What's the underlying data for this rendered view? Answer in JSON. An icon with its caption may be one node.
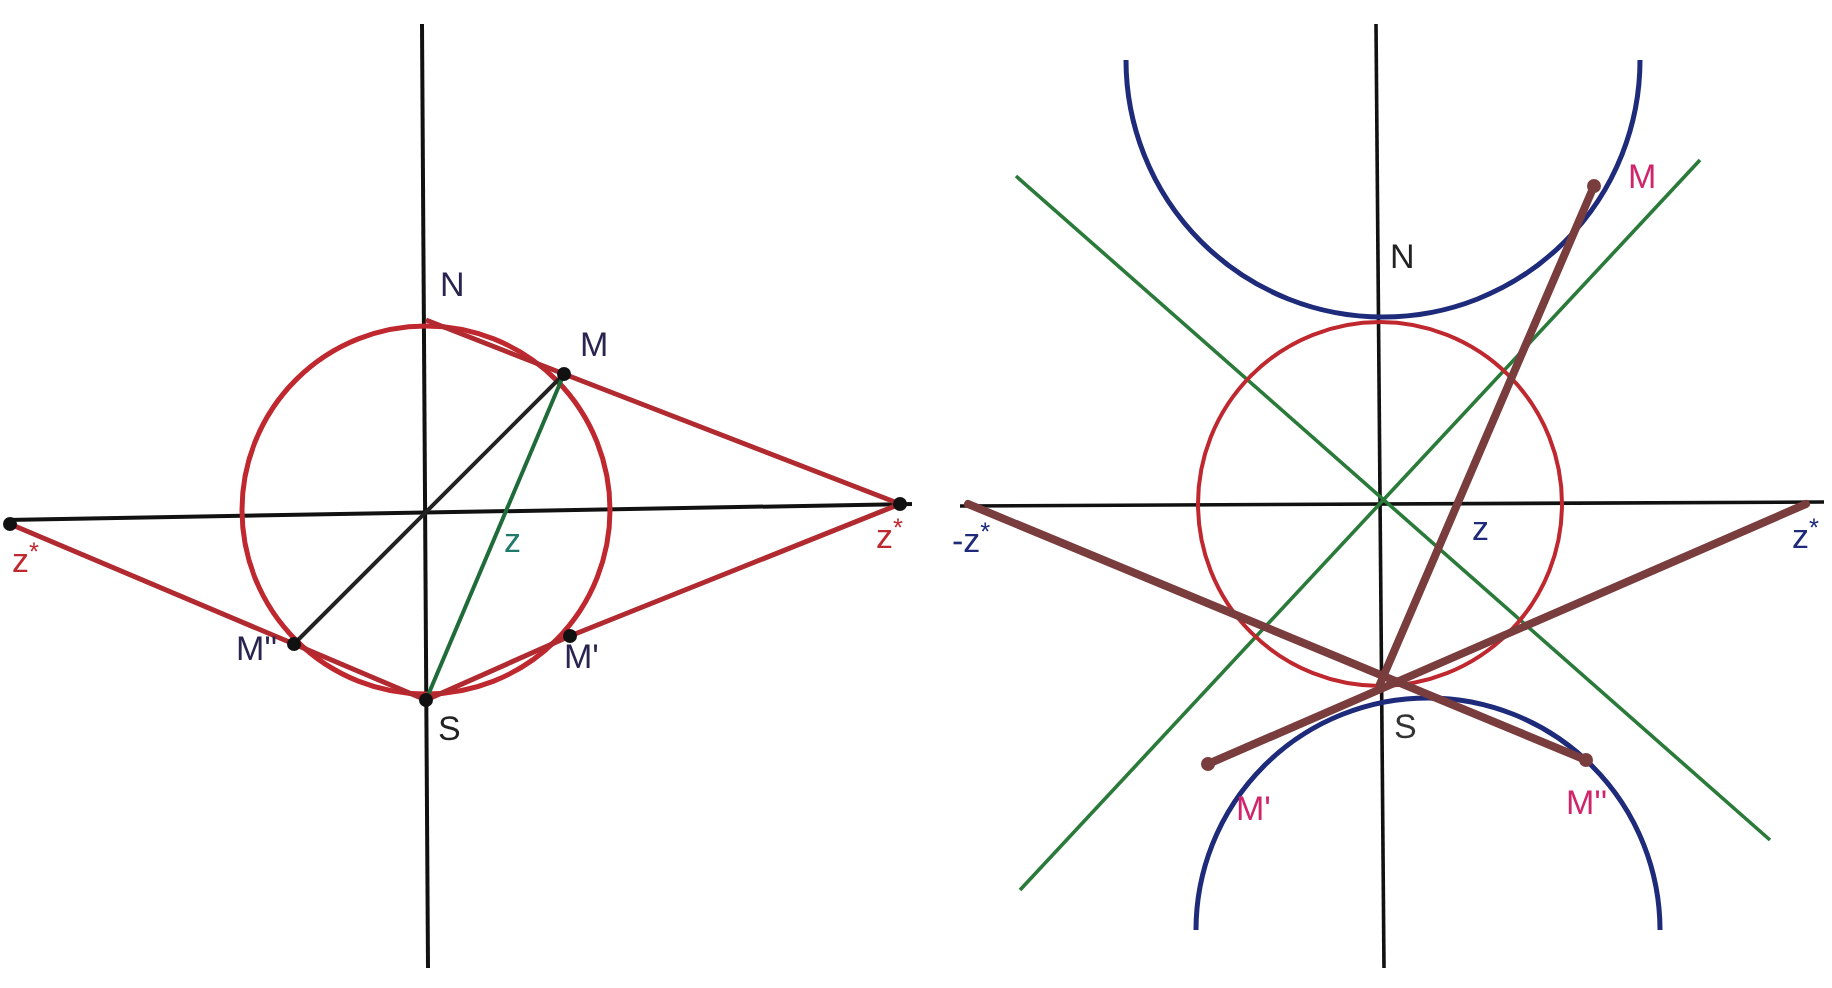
{
  "diagram": {
    "labels": [
      "N",
      "M",
      "z",
      "z$^{*}$",
      "z$^{*}$",
      "M''",
      "M'",
      "S",
      "M",
      "N",
      "-z$^{*}$",
      "z",
      "z$^{*}$",
      "S",
      "M'",
      "M''"
    ]
  }
}
